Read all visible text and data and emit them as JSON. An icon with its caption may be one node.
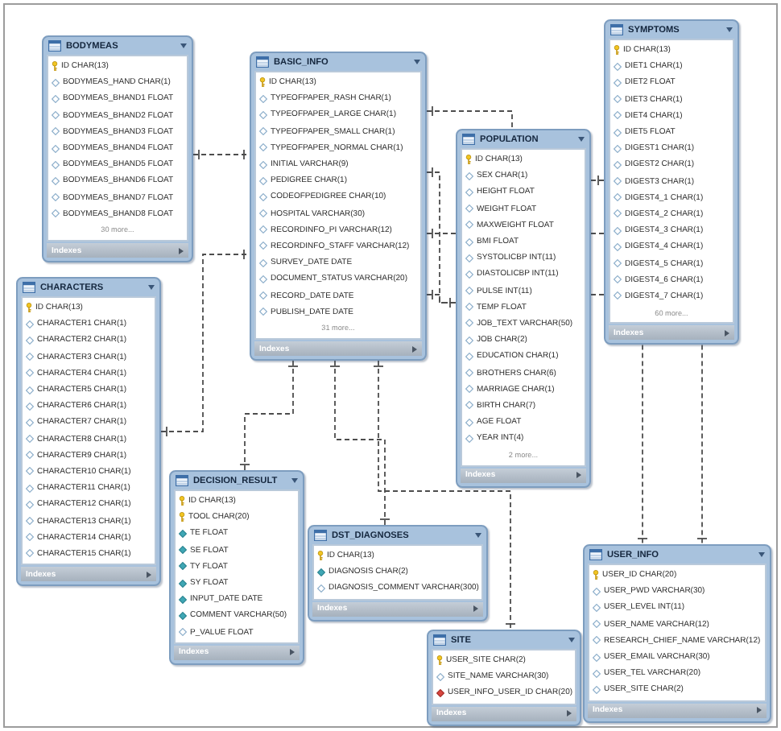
{
  "diagram": {
    "nodes": [
      {
        "text": [
          "BODYMEAS",
          "ID CHAR(13)",
          "BODYMEAS_HAND CHAR(1)",
          "BODYMEAS_BHAND1 FLOAT",
          "BODYMEAS_BHAND2 FLOAT",
          "BODYMEAS_BHAND3 FLOAT",
          "BODYMEAS_BHAND4 FLOAT",
          "BODYMEAS_BHAND5 FLOAT",
          "BODYMEAS_BHAND6 FLOAT",
          "BODYMEAS_BHAND7 FLOAT",
          "BODYMEAS_BHAND8 FLOAT",
          "30 more...",
          "Indexes"
        ]
      },
      {
        "text": [
          "CHARACTERS",
          "ID CHAR(13)",
          "CHARACTER1 CHAR(1)",
          "CHARACTER2 CHAR(1)",
          "CHARACTER3 CHAR(1)",
          "CHARACTER4 CHAR(1)",
          "CHARACTER5 CHAR(1)",
          "CHARACTER6 CHAR(1)",
          "CHARACTER7 CHAR(1)",
          "CHARACTER8 CHAR(1)",
          "CHARACTER9 CHAR(1)",
          "CHARACTER10 CHAR(1)",
          "CHARACTER11 CHAR(1)",
          "CHARACTER12 CHAR(1)",
          "CHARACTER13 CHAR(1)",
          "CHARACTER14 CHAR(1)",
          "CHARACTER15 CHAR(1)",
          "Indexes"
        ]
      },
      {
        "text": [
          "BASIC_INFO",
          "ID CHAR(13)",
          "TYPEOFPAPER_RASH CHAR(1)",
          "TYPEOFPAPER_LARGE CHAR(1)",
          "TYPEOFPAPER_SMALL CHAR(1)",
          "TYPEOFPAPER_NORMAL CHAR(1)",
          "INITIAL VARCHAR(9)",
          "PEDIGREE CHAR(1)",
          "CODEOFPEDIGREE CHAR(10)",
          "HOSPITAL VARCHAR(30)",
          "RECORDINFO_PI VARCHAR(12)",
          "RECORDINFO_STAFF VARCHAR(12)",
          "SURVEY_DATE DATE",
          "DOCUMENT_STATUS VARCHAR(20)",
          "RECORD_DATE DATE",
          "PUBLISH_DATE DATE",
          "31 more...",
          "Indexes"
        ]
      },
      {
        "text": [
          "POPULATION",
          "ID CHAR(13)",
          "SEX CHAR(1)",
          "HEIGHT FLOAT",
          "WEIGHT FLOAT",
          "MAXWEIGHT FLOAT",
          "BMI FLOAT",
          "SYSTOLICBP INT(11)",
          "DIASTOLICBP INT(11)",
          "PULSE INT(11)",
          "TEMP FLOAT",
          "JOB_TEXT VARCHAR(50)",
          "JOB CHAR(2)",
          "EDUCATION CHAR(1)",
          "BROTHERS CHAR(6)",
          "MARRIAGE CHAR(1)",
          "BIRTH CHAR(7)",
          "AGE FLOAT",
          "YEAR INT(4)",
          "2 more...",
          "Indexes"
        ]
      },
      {
        "text": [
          "SYMPTOMS",
          "ID CHAR(13)",
          "DIET1 CHAR(1)",
          "DIET2 FLOAT",
          "DIET3 CHAR(1)",
          "DIET4 CHAR(1)",
          "DIET5 FLOAT",
          "DIGEST1 CHAR(1)",
          "DIGEST2 CHAR(1)",
          "DIGEST3 CHAR(1)",
          "DIGEST4_1 CHAR(1)",
          "DIGEST4_2 CHAR(1)",
          "DIGEST4_3 CHAR(1)",
          "DIGEST4_4 CHAR(1)",
          "DIGEST4_5 CHAR(1)",
          "DIGEST4_6 CHAR(1)",
          "DIGEST4_7 CHAR(1)",
          "60 more...",
          "Indexes"
        ]
      },
      {
        "text": [
          "DECISION_RESULT",
          "ID CHAR(13)",
          "TOOL CHAR(20)",
          "TE FLOAT",
          "SE FLOAT",
          "TY FLOAT",
          "SY FLOAT",
          "INPUT_DATE DATE",
          "COMMENT VARCHAR(50)",
          "P_VALUE FLOAT",
          "Indexes"
        ]
      },
      {
        "text": [
          "DST_DIAGNOSES",
          "ID CHAR(13)",
          "DIAGNOSIS CHAR(2)",
          "DIAGNOSIS_COMMENT VARCHAR(300)",
          "Indexes"
        ]
      },
      {
        "text": [
          "SITE",
          "USER_SITE CHAR(2)",
          "SITE_NAME VARCHAR(30)",
          "USER_INFO_USER_ID CHAR(20)",
          "Indexes"
        ]
      },
      {
        "text": [
          "USER_INFO",
          "USER_ID CHAR(20)",
          "USER_PWD VARCHAR(30)",
          "USER_LEVEL INT(11)",
          "USER_NAME VARCHAR(12)",
          "RESEARCH_CHIEF_NAME VARCHAR(12)",
          "USER_EMAIL VARCHAR(30)",
          "USER_TEL VARCHAR(20)",
          "USER_SITE CHAR(2)",
          "Indexes"
        ]
      }
    ],
    "edges": [
      {
        "from": 0,
        "to": 2,
        "arrow": "other",
        "style": "dashed"
      },
      {
        "from": 1,
        "to": 2,
        "arrow": "other",
        "style": "dashed"
      },
      {
        "from": 2,
        "to": 3,
        "arrow": "other",
        "style": "dashed"
      },
      {
        "from": 2,
        "to": 3,
        "arrow": "other",
        "style": "dashed"
      },
      {
        "from": 2,
        "to": 3,
        "arrow": "other",
        "style": "dashed"
      },
      {
        "from": 2,
        "to": 3,
        "arrow": "other",
        "style": "dashed"
      },
      {
        "from": 3,
        "to": 4,
        "arrow": "other",
        "style": "dashed"
      },
      {
        "from": 3,
        "to": 4,
        "arrow": "none",
        "style": "dashed"
      },
      {
        "from": 3,
        "to": 4,
        "arrow": "none",
        "style": "dashed"
      },
      {
        "from": 4,
        "to": 8,
        "arrow": "other",
        "style": "dashed"
      },
      {
        "from": 4,
        "to": 8,
        "arrow": "other",
        "style": "dashed"
      },
      {
        "from": 2,
        "to": 5,
        "arrow": "other",
        "style": "dashed"
      },
      {
        "from": 2,
        "to": 6,
        "arrow": "other",
        "style": "dashed"
      },
      {
        "from": 2,
        "to": 7,
        "arrow": "other",
        "style": "dashed"
      }
    ]
  }
}
